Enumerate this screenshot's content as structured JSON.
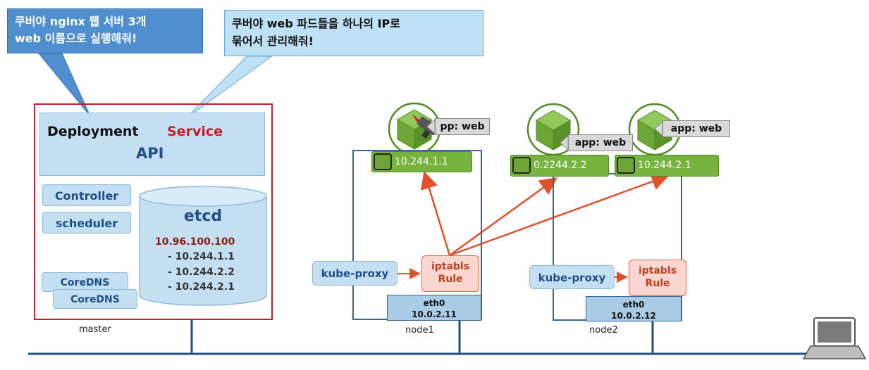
{
  "callouts": {
    "left_line1": "쿠버야 nginx 웹 서버 3개",
    "left_line2": "web 이름으로 실행해줘!",
    "right_line1": "쿠버야 web 파드들을 하나의 IP로",
    "right_line2": "묶어서 관리해줘!"
  },
  "master": {
    "deployment": "Deployment",
    "service": "Service",
    "api": "API",
    "controller": "Controller",
    "scheduler": "scheduler",
    "coredns_1": "CoreDNS",
    "coredns_2": "CoreDNS",
    "label": "master",
    "etcd": {
      "title": "etcd",
      "service_ip": "10.96.100.100",
      "endpoints": [
        "- 10.244.1.1",
        "- 10.244.2.2",
        "- 10.244.2.1"
      ]
    }
  },
  "node1": {
    "label": "node1",
    "pod_ip": "10.244.1.1",
    "pod_tag": "pp: web",
    "kube_proxy": "kube-proxy",
    "iptables_line1": "iptabls",
    "iptables_line2": "Rule",
    "eth_name": "eth0",
    "eth_ip": "10.0.2.11"
  },
  "node2": {
    "label": "node2",
    "pod_a_ip": "0.2244.2.2",
    "pod_a_tag": "app: web",
    "pod_b_ip": "10.244.2.1",
    "pod_b_tag": "app: web",
    "kube_proxy": "kube-proxy",
    "iptables_line1": "iptabls",
    "iptables_line2": "Rule",
    "eth_name": "eth0",
    "eth_ip": "10.0.2.12"
  },
  "colors": {
    "service_red": "#c0202a",
    "pill_blue": "#c4dff2",
    "pod_green": "#76b33f",
    "arrow_orange": "#e0502a",
    "frame_blue": "#3a6891"
  },
  "icons": [
    "laptop-icon",
    "ethernet-port-icon",
    "pod-cube-icon",
    "rocket-icon"
  ]
}
